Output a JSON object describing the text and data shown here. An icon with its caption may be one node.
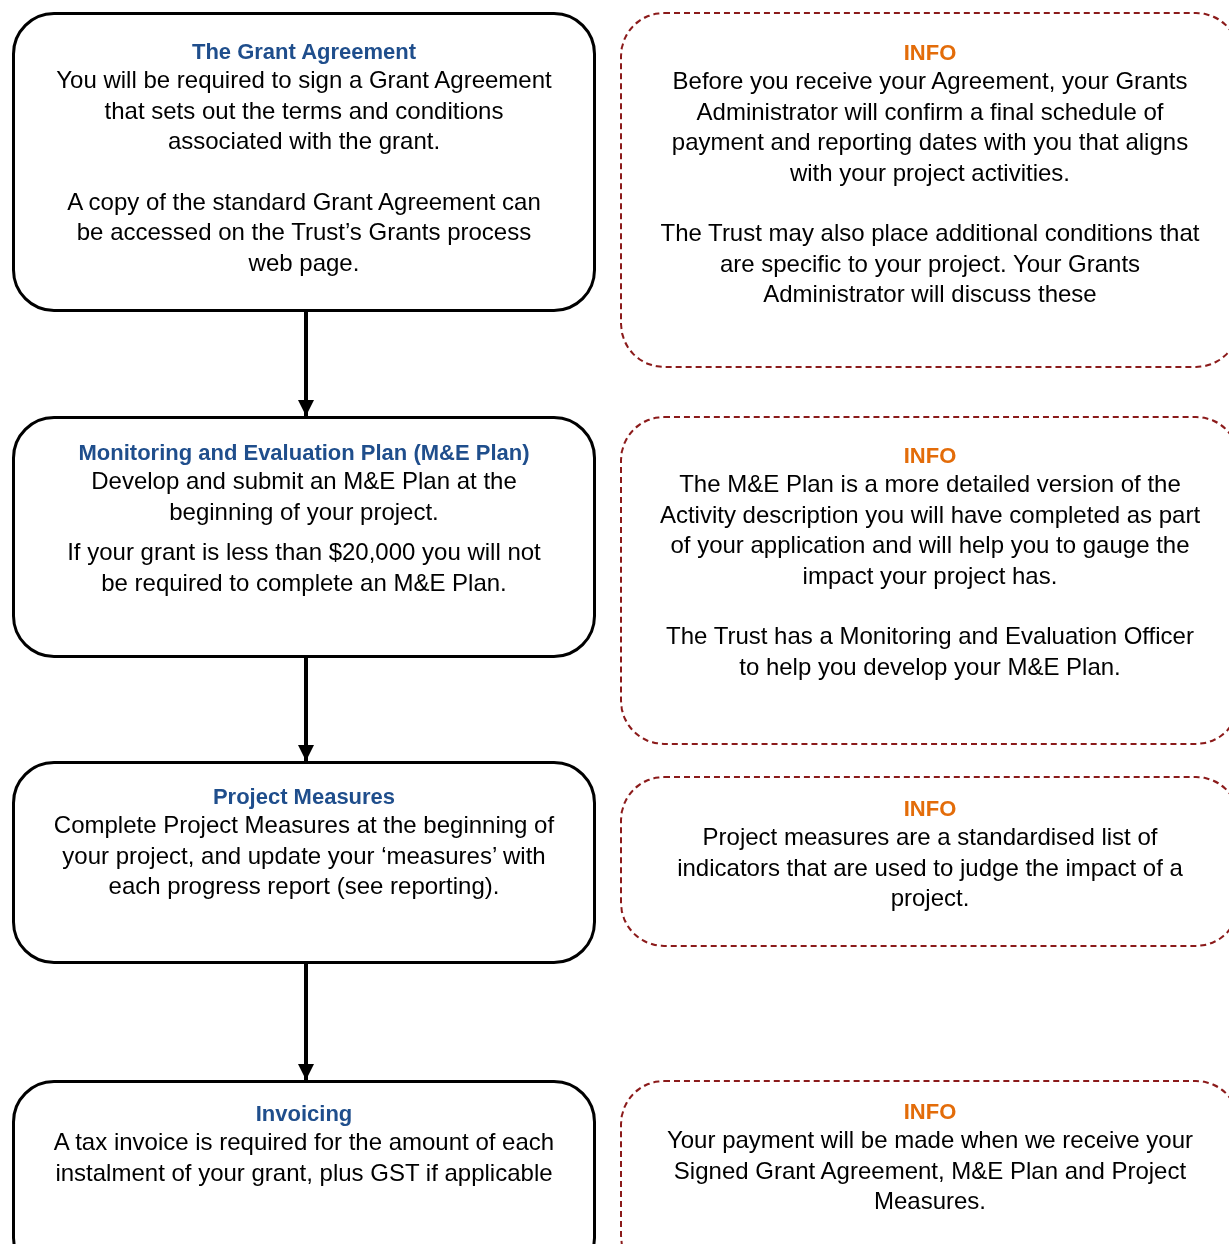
{
  "diagram": {
    "nodes": [
      {
        "text": [
          "The Grant Agreement",
          "You will be required to sign a Grant Agreement that sets out the terms and conditions associated with the grant.",
          "A copy of the standard Grant Agreement can be accessed on the Trust’s Grants process web page."
        ]
      },
      {
        "text": [
          "INFO",
          "Before you receive your Agreement, your Grants Administrator will confirm a final schedule of payment and reporting dates with you that aligns with your project activities.",
          "The Trust may also place additional conditions that are specific to your project. Your Grants Administrator will discuss these"
        ]
      },
      {
        "text": [
          "Monitoring and Evaluation Plan (M&E Plan)",
          "Develop and submit an M&E Plan at the beginning of your project.",
          "If your grant is less than $20,000 you will not be required to complete an M&E Plan."
        ]
      },
      {
        "text": [
          "INFO",
          "The M&E Plan is a more detailed version of the Activity description you will have completed as part of your application and will help you to gauge the impact your project has.",
          "The Trust has a Monitoring and Evaluation Officer to help you develop your M&E Plan."
        ]
      },
      {
        "text": [
          "Project Measures",
          "Complete Project Measures at the beginning of your project, and update your ‘measures’ with each progress report (see reporting)."
        ]
      },
      {
        "text": [
          "INFO",
          "Project measures are a standardised list of indicators that are used to judge the impact of a project."
        ]
      },
      {
        "text": [
          "Invoicing",
          "A tax invoice is required for the amount of each instalment of your grant, plus GST if applicable"
        ]
      },
      {
        "text": [
          "INFO",
          "Your payment will be made when we receive your Signed Grant Agreement, M&E Plan and Project Measures."
        ]
      }
    ],
    "edges": [
      {
        "from": 0,
        "to": 2,
        "arrow": "to"
      },
      {
        "from": 2,
        "to": 4,
        "arrow": "to"
      },
      {
        "from": 4,
        "to": 6,
        "arrow": "to"
      }
    ]
  }
}
